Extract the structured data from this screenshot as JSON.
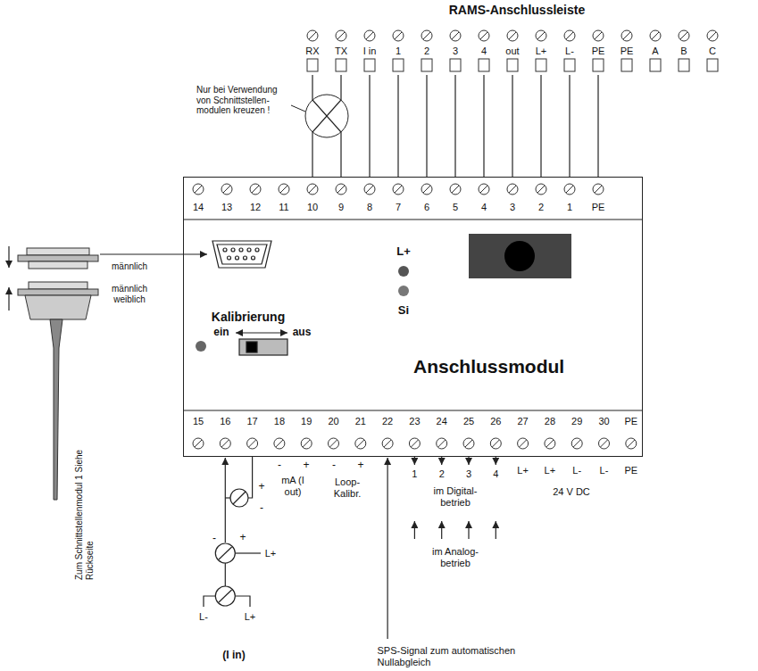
{
  "diagram": {
    "nodes": [
      {
        "text": [
          "RAMS-Anschlussleiste"
        ]
      },
      {
        "text": [
          "Anschlussmodul"
        ]
      }
    ],
    "edges": [
      {
        "from": 0,
        "to": 1,
        "arrow": "none"
      },
      {
        "from": 0,
        "to": 1,
        "arrow": "none"
      },
      {
        "from": 0,
        "to": 1,
        "arrow": "none"
      },
      {
        "from": 0,
        "to": 1,
        "arrow": "none"
      },
      {
        "from": 0,
        "to": 1,
        "arrow": "none"
      },
      {
        "from": 0,
        "to": 1,
        "arrow": "none"
      },
      {
        "from": 0,
        "to": 1,
        "arrow": "none"
      },
      {
        "from": 0,
        "to": 1,
        "arrow": "none"
      },
      {
        "from": 0,
        "to": 1,
        "arrow": "none"
      },
      {
        "from": 0,
        "to": 1,
        "arrow": "none"
      },
      {
        "from": 0,
        "to": 1,
        "arrow": "none"
      }
    ],
    "labels": [
      "RX",
      "TX",
      "I in",
      "1",
      "2",
      "3",
      "4",
      "out",
      "L+",
      "L-",
      "PE",
      "PE",
      "A",
      "B",
      "C",
      "Nur bei Verwendung von Schnittstellen- modulen kreuzen !",
      "14",
      "13",
      "12",
      "11",
      "10",
      "9",
      "8",
      "7",
      "6",
      "5",
      "4",
      "3",
      "2",
      "1",
      "PE",
      "L+",
      "Si",
      "Kalibrierung",
      "ein",
      "aus",
      "männlich",
      "männlich",
      "weiblich",
      "Zum Schnittstellenmodul 1 Siehe Rückseite",
      "15",
      "16",
      "17",
      "18",
      "19",
      "20",
      "21",
      "22",
      "23",
      "24",
      "25",
      "26",
      "27",
      "28",
      "29",
      "30",
      "PE",
      "+",
      "-",
      "-",
      "+",
      "L+",
      "L-",
      "L+",
      "(I in)",
      "-",
      "+",
      "mA (I out)",
      "-",
      "+",
      "Loop- Kalibr.",
      "1",
      "2",
      "3",
      "4",
      "im Digital- betrieb",
      "im Analog- betrieb",
      "L+",
      "L+",
      "L-",
      "L-",
      "PE",
      "24 V DC",
      "SPS-Signal zum automatischen Nullabgleich"
    ]
  }
}
